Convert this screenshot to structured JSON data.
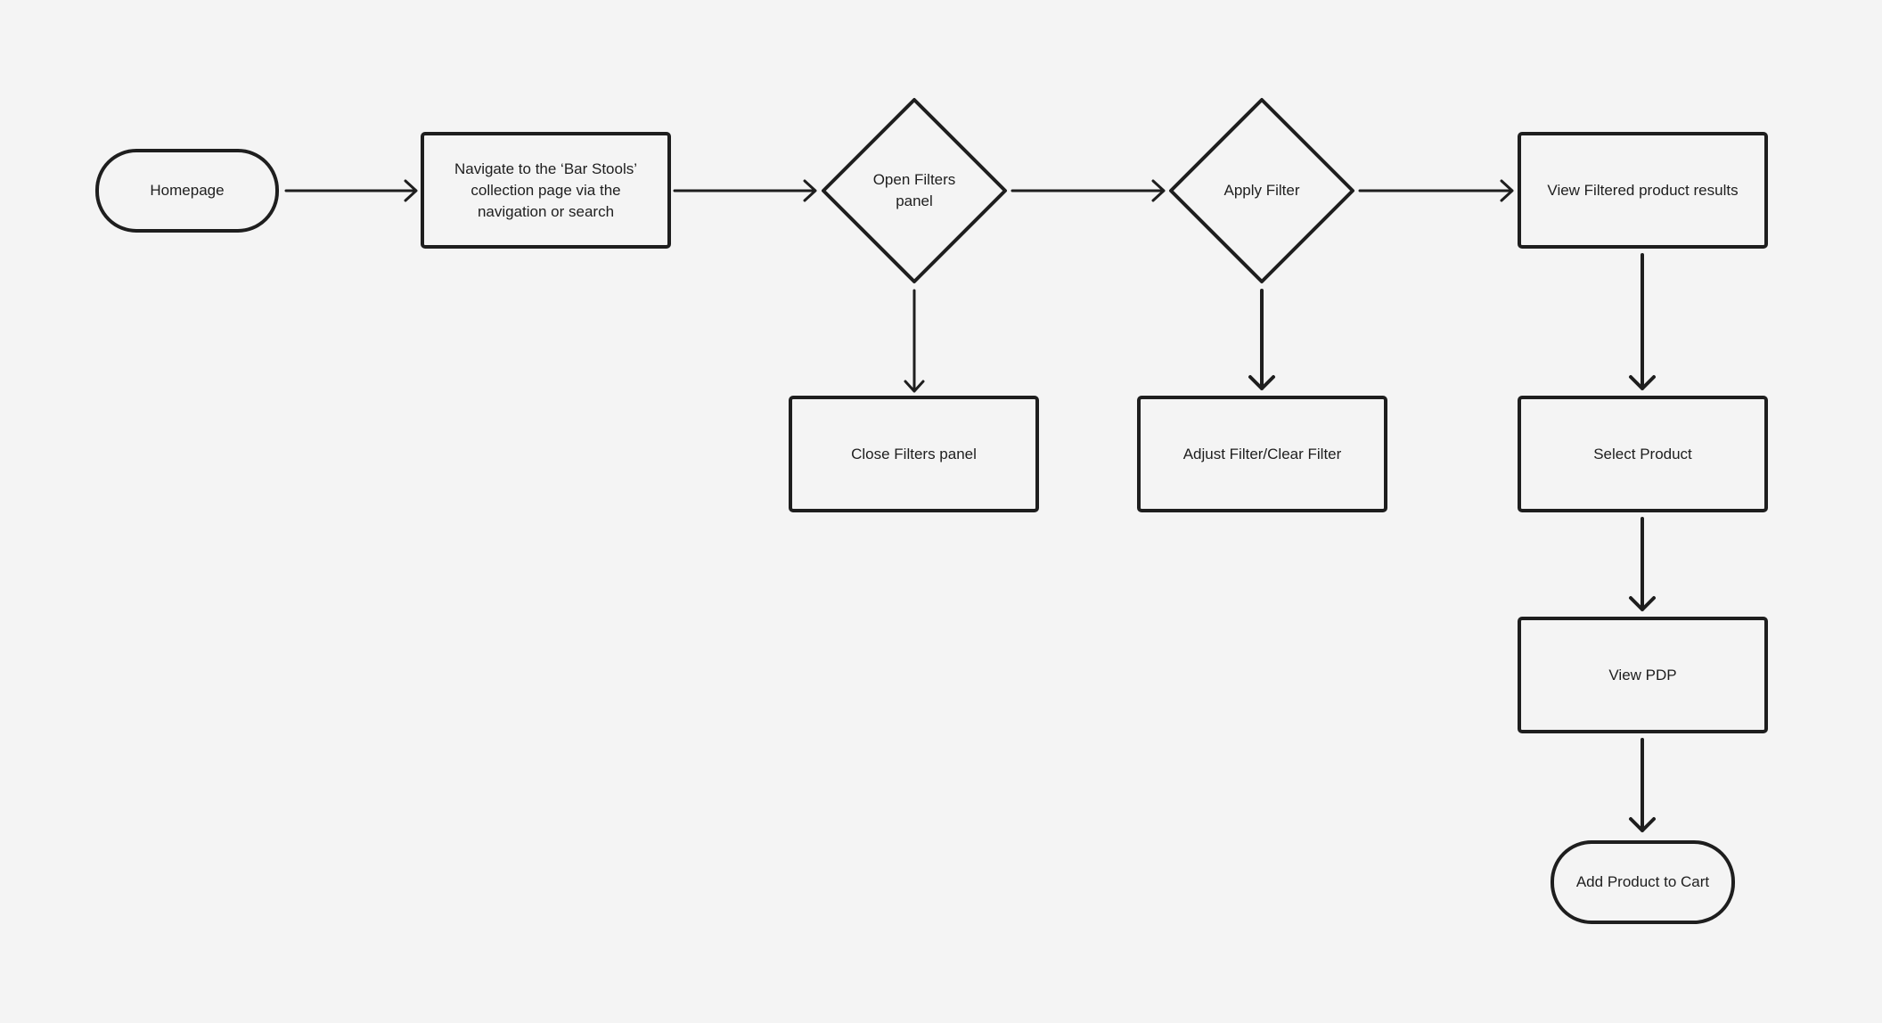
{
  "diagram": {
    "stroke_color": "#1e1e1e",
    "background_color": "#f4f4f4",
    "nodes": {
      "homepage": "Homepage",
      "navigate": "Navigate to the ‘Bar Stools’ collection page via the navigation or search",
      "open_filters": "Open Filters panel",
      "apply_filter": "Apply Filter",
      "view_filtered": "View Filtered product results",
      "close_filters": "Close Filters panel",
      "adjust_filter": "Adjust Filter/Clear Filter",
      "select_product": "Select Product",
      "view_pdp": "View PDP",
      "add_to_cart": "Add Product to Cart"
    }
  }
}
